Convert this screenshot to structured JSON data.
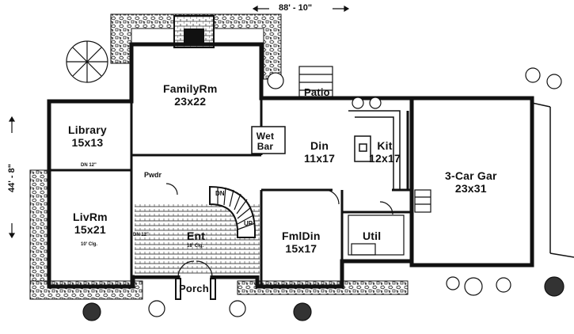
{
  "overall_width": "88' - 10\"",
  "overall_depth": "44' - 8\"",
  "rooms": {
    "family": {
      "name": "FamilyRm",
      "size": "23x22"
    },
    "library": {
      "name": "Library",
      "size": "15x13"
    },
    "living": {
      "name": "LivRm",
      "size": "15x21",
      "note": "10' Clg."
    },
    "entry": {
      "name": "Ent",
      "note": "18' Clg."
    },
    "dining": {
      "name": "Din",
      "size": "11x17"
    },
    "kitchen": {
      "name": "Kit",
      "size": "12x17"
    },
    "garage": {
      "name": "3-Car Gar",
      "size": "23x31"
    },
    "formal_dining": {
      "name": "FmlDin",
      "size": "15x17"
    },
    "utility": {
      "name": "Util"
    },
    "powder": {
      "name": "Pwdr"
    },
    "wet_bar": {
      "name": "Wet Bar"
    },
    "patio": {
      "name": "Patio"
    },
    "porch": {
      "name": "Porch"
    }
  },
  "stair_labels": {
    "down": "DN",
    "up": "UP"
  },
  "fixture_notes": {
    "library_opening": "DN 12\"",
    "living_opening": "DN 12\""
  },
  "colors": {
    "wall": "#111111",
    "hatch": "#333333",
    "background": "#ffffff"
  }
}
